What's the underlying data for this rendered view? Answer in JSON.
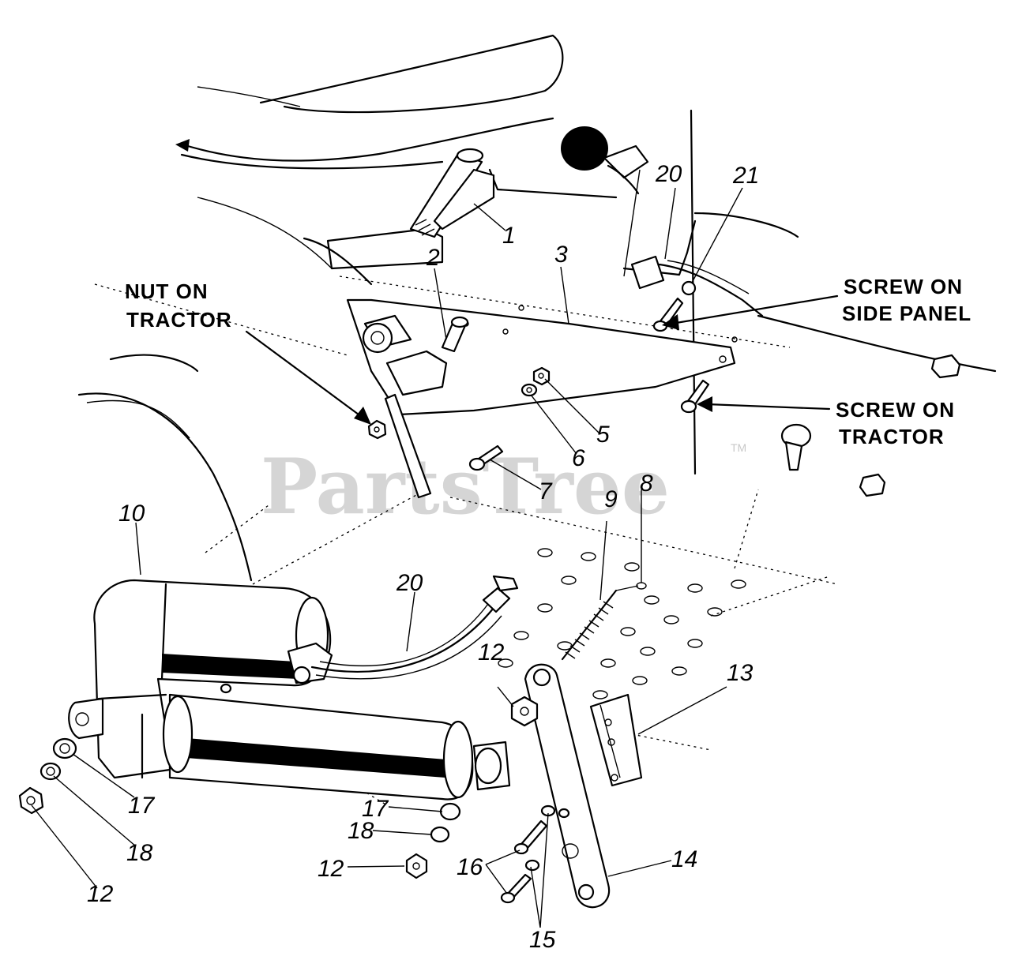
{
  "watermark": {
    "brand": "PartsTree",
    "trademark": "TM"
  },
  "labels": {
    "nut_on_tractor_1": "NUT ON",
    "nut_on_tractor_2": "TRACTOR",
    "screw_side_panel_1": "SCREW ON",
    "screw_side_panel_2": "SIDE PANEL",
    "screw_tractor_1": "SCREW ON",
    "screw_tractor_2": "TRACTOR"
  },
  "callouts": {
    "c1": "1",
    "c2": "2",
    "c3": "3",
    "c5": "5",
    "c6": "6",
    "c7": "7",
    "c8": "8",
    "c9": "9",
    "c10": "10",
    "c12a": "12",
    "c12b": "12",
    "c12c": "12",
    "c13": "13",
    "c14": "14",
    "c15": "15",
    "c16": "16",
    "c17a": "17",
    "c17b": "17",
    "c18a": "18",
    "c18b": "18",
    "c20a": "20",
    "c20b": "20",
    "c21": "21"
  }
}
